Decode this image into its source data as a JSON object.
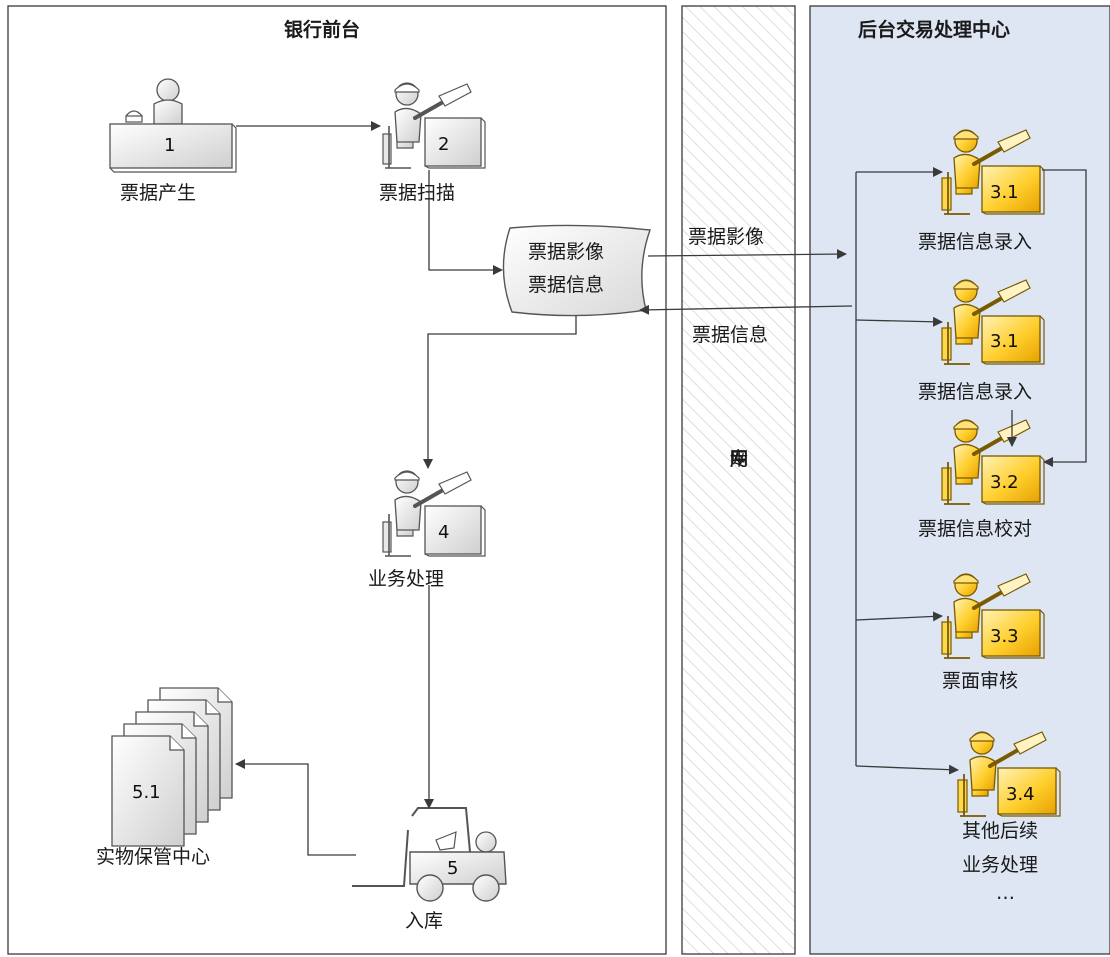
{
  "front_office": {
    "title": "银行前台"
  },
  "network": {
    "label_chars": [
      "专",
      "用",
      "网"
    ]
  },
  "back_office": {
    "title": "后台交易处理中心"
  },
  "nodes": {
    "n1": {
      "number": "1",
      "caption": "票据产生"
    },
    "n2": {
      "number": "2",
      "caption": "票据扫描"
    },
    "doc": {
      "line1": "票据影像",
      "line2": "票据信息"
    },
    "n4": {
      "number": "4",
      "caption": "业务处理"
    },
    "n5": {
      "number": "5",
      "caption": "入库"
    },
    "n51": {
      "number": "5.1",
      "caption": "实物保管中心"
    },
    "b31a": {
      "number": "3.1",
      "caption": "票据信息录入"
    },
    "b31b": {
      "number": "3.1",
      "caption": "票据信息录入"
    },
    "b32": {
      "number": "3.2",
      "caption": "票据信息校对"
    },
    "b33": {
      "number": "3.3",
      "caption": "票面审核"
    },
    "b34": {
      "number": "3.4",
      "caption_line1": "其他后续",
      "caption_line2": "业务处理",
      "ellipsis": "…"
    }
  },
  "flows": {
    "image_label": "票据影像",
    "info_label": "票据信息"
  },
  "colors": {
    "back_bg": "#dde6f2",
    "hatch": "#c8c8c8",
    "gold": "#f2b400",
    "gold_light": "#ffe79a",
    "line": "#3a3a3a"
  }
}
